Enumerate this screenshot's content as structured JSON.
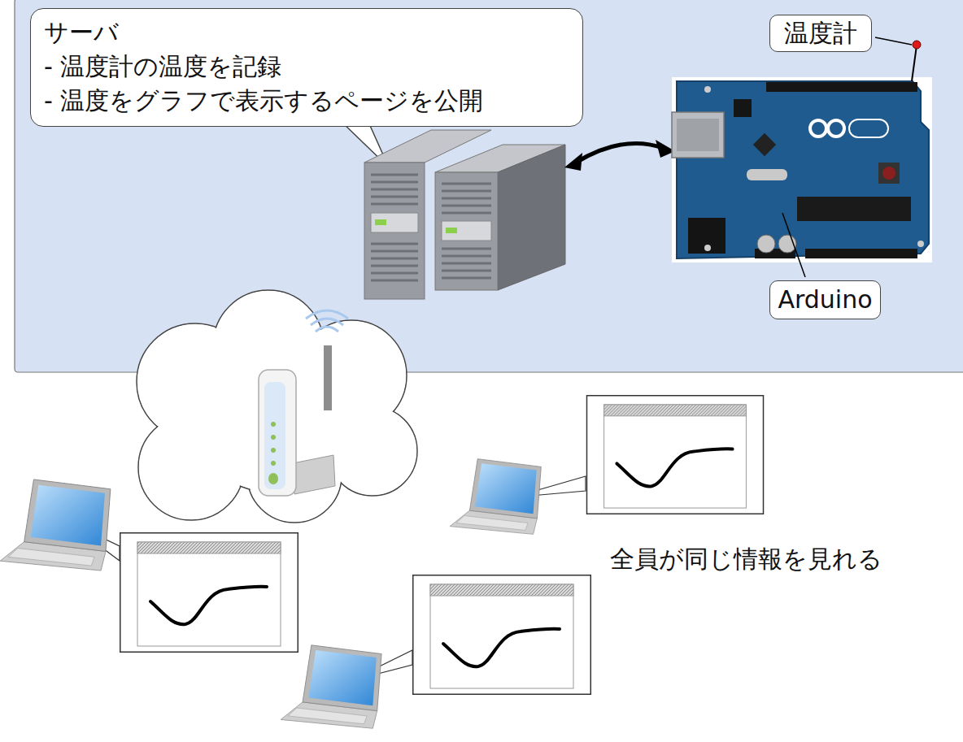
{
  "diagram": {
    "nodes": [
      {
        "text": [
          "サーバ",
          "- 温度計の温度を記録",
          "- 温度をグラフで表示するページを公開"
        ]
      },
      {
        "text": [
          "温度計"
        ]
      },
      {
        "text": [
          "Arduino"
        ]
      }
    ],
    "labels": [
      "全員が同じ情報を見れる"
    ]
  }
}
